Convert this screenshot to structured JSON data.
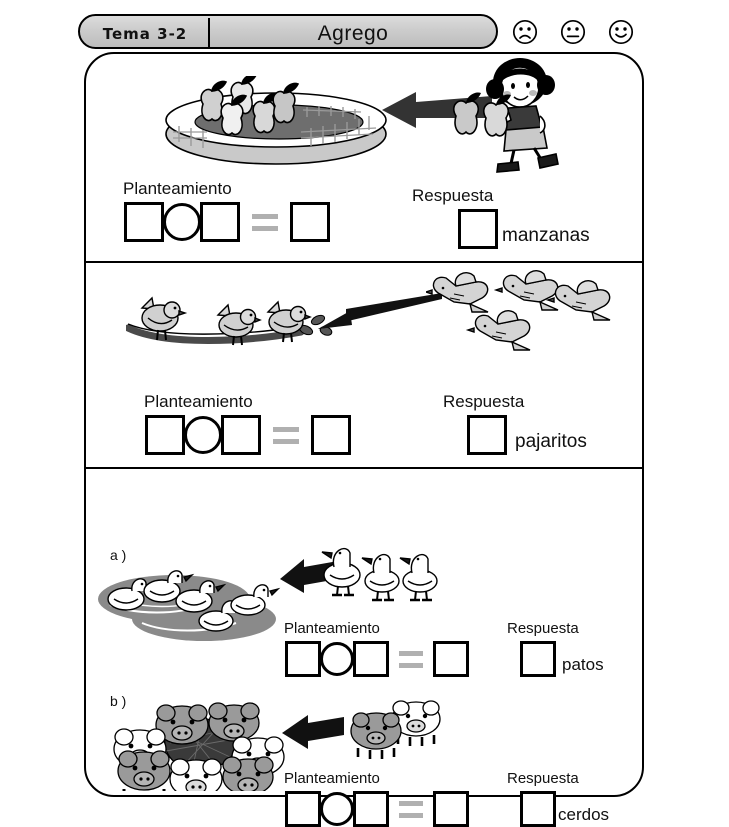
{
  "header": {
    "tema_label": "Tema 3-2",
    "title": "Agrego",
    "faces": [
      {
        "name": "sad-face-icon",
        "label": "sad"
      },
      {
        "name": "neutral-face-icon",
        "label": "neutral"
      },
      {
        "name": "happy-face-icon",
        "label": "happy"
      }
    ]
  },
  "labels": {
    "planteamiento": "Planteamiento",
    "respuesta": "Respuesta"
  },
  "exercises": [
    {
      "id": "apples",
      "letter": "",
      "unit": "manzanas",
      "scene": {
        "left_name": "basket-of-apples",
        "left_count": 5,
        "right_name": "girl-carrying-apples",
        "right_count": 2,
        "arrow": "arrow-left-icon"
      }
    },
    {
      "id": "birds",
      "letter": "",
      "unit": "pajaritos",
      "scene": {
        "left_name": "birds-on-branch",
        "left_count": 3,
        "right_name": "flying-birds",
        "right_count": 4,
        "arrow": "arrow-left-icon"
      }
    },
    {
      "id": "ducks",
      "letter": "a )",
      "unit": "patos",
      "scene": {
        "left_name": "ducks-in-pond",
        "left_count": 5,
        "right_name": "walking-ducks",
        "right_count": 3,
        "arrow": "arrow-left-icon"
      }
    },
    {
      "id": "pigs",
      "letter": "b )",
      "unit": "cerdos",
      "scene": {
        "left_name": "group-of-pigs",
        "left_count": 9,
        "right_name": "two-pigs",
        "right_count": 2,
        "arrow": "arrow-left-icon"
      }
    }
  ],
  "colors": {
    "ink": "#000000",
    "header_fill": "#c8c8c8",
    "equals_gray": "#b0b0b0",
    "art_gray": "#808080",
    "art_light": "#c9c9c9"
  }
}
